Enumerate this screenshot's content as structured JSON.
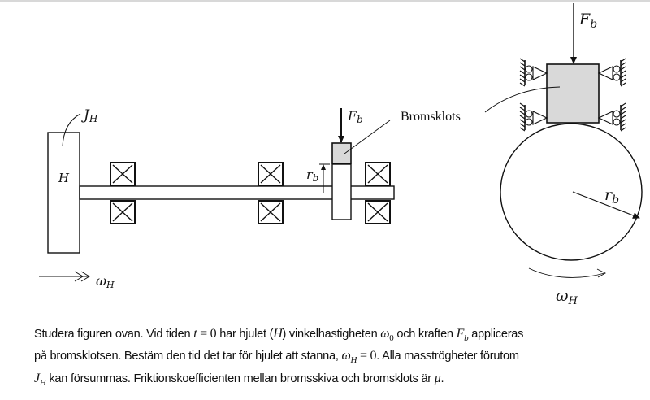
{
  "figure_left": {
    "inertia_label": "J",
    "inertia_sub": "H",
    "wheel_label": "H",
    "force_label": "F",
    "force_sub": "b",
    "radius_label": "r",
    "radius_sub": "b",
    "omega_label": "ω",
    "omega_sub": "H",
    "brake_label": "Bromsklots"
  },
  "figure_right": {
    "force_label": "F",
    "force_sub": "b",
    "radius_label": "r",
    "radius_sub": "b",
    "omega_label": "ω",
    "omega_sub": "H"
  },
  "colors": {
    "brake_block": "#d9d9d9",
    "stroke": "#111111"
  },
  "paragraph": {
    "l1a": "Studera figuren ovan. Vid tiden ",
    "t": "t",
    "eq0": " = 0",
    "l1b": " har hjulet (",
    "H": "H",
    "l1c": ") vinkelhastigheten ",
    "omega": "ω",
    "sub0": "0",
    "l1d": " och kraften ",
    "F": "F",
    "subb": "b",
    "l1e": " appliceras",
    "l2a": "på bromsklotsen. Bestäm den tid det tar för hjulet att stanna, ",
    "subH": "H",
    "l2b": ". Alla masströgheter förutom",
    "J": "J",
    "l3a": " kan försummas. Friktionskoefficienten mellan bromsskiva och bromsklots är ",
    "mu": "μ",
    "l3b": "."
  }
}
